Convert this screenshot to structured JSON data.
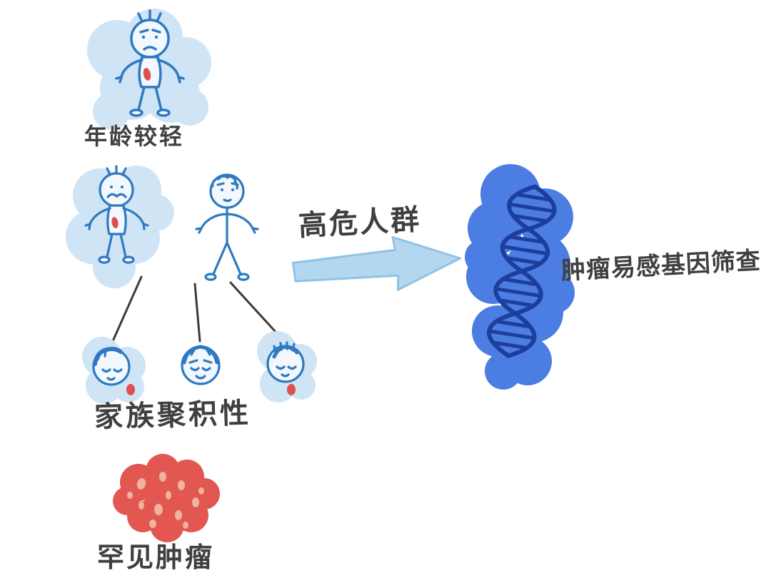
{
  "labels": {
    "young_age": "年龄较轻",
    "family_clustering": "家族聚积性",
    "rare_tumor": "罕见肿瘤",
    "high_risk": "高危人群",
    "gene_screening": "肿瘤易感基因筛查"
  },
  "icons": {
    "young-person-figure": "hand-drawn stick person with red tumor spot",
    "family-figures": "parent and child figures linked to three children heads",
    "tumor-blob-icon": "red lumpy tumor mass",
    "right-arrow-icon": "thick light-blue arrow pointing right",
    "dna-helix-icon": "blue blob with dark DNA double helix"
  },
  "colors": {
    "figure_blue": "#2e79c2",
    "blob_light_blue": "#cfe4f5",
    "spot_red": "#e04f4f",
    "tumor_red": "#e25750",
    "tumor_spot": "#efb39f",
    "arrow_blue": "#b3d7ef",
    "dna_blob_blue": "#4b7de2",
    "dna_strand_navy": "#1c3e9c",
    "connector_line": "#3b3b3b",
    "text_dark": "#3f3f3f",
    "background": "#ffffff"
  }
}
